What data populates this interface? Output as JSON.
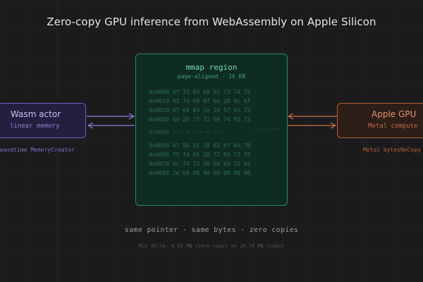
{
  "title": "Zero-copy GPU inference from WebAssembly on Apple Silicon",
  "wasm": {
    "title": "Wasm actor",
    "subtitle": "linear memory",
    "caption": "wasmtime MemoryCreator"
  },
  "gpu": {
    "title": "Apple GPU",
    "subtitle": "Metal compute",
    "caption": "Metal bytesNoCopy"
  },
  "mmap": {
    "title": "mmap region",
    "subtitle": "page-aligned · 16 KB",
    "rows_top": [
      "0x0000 4f 72 63 68 65 73 74 72",
      "0x0010 61 74 69 6f 6e 20 6c 6f",
      "0x0020 67 69 63 2e 20 57 61 73",
      "0x0030 6d 20 77 72 69 74 65 73"
    ],
    "divider": "0x0040 — — — — — — — —",
    "rows_bottom": [
      "0x0050 47 50 55 20 63 6f 6d 70",
      "0x0060 75 74 65 20 72 65 73 75",
      "0x0070 6c 74 73 20 68 65 72 65",
      "0x0080 2e 00 00 00 00 00 00 00"
    ]
  },
  "footer": {
    "tagline": "same pointer · same bytes · zero copies",
    "rss": "RSS delta: 0.03 MB (zero-copy) vs 16.78 MB (copy)"
  },
  "colors": {
    "wasm_accent": "#7f72d6",
    "gpu_accent": "#d0713f",
    "mmap_accent": "#2c8a62"
  }
}
